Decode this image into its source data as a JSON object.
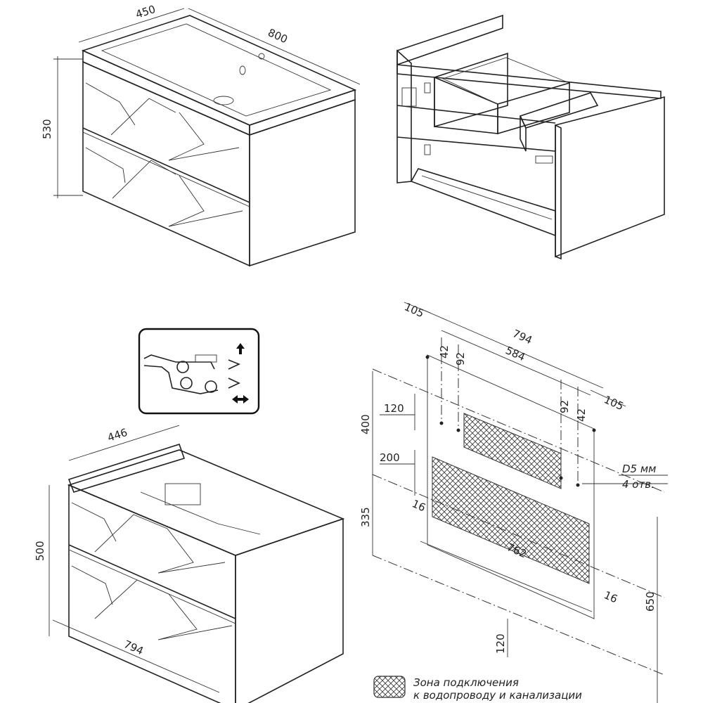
{
  "views": {
    "top_left": {
      "width": "800",
      "depth": "450",
      "height": "530"
    },
    "bottom_left": {
      "width": "794",
      "depth": "446",
      "height": "500"
    },
    "bottom_right": {
      "offset_left": "105",
      "offset_right": "105",
      "total_width": "794",
      "hole_spacing": "584",
      "left_v1": "42",
      "left_v2": "92",
      "right_v1": "92",
      "right_v2": "42",
      "height_400": "400",
      "height_335": "335",
      "height_650": "650",
      "zone_120": "120",
      "zone_200": "200",
      "side_16_a": "16",
      "side_16_b": "16",
      "zone_width": "762",
      "bottom_120": "120",
      "hole_spec_1": "D5 мм",
      "hole_spec_2": "4 отв."
    }
  },
  "legend": {
    "line1": "Зона подключения",
    "line2": "к водопроводу и канализации"
  }
}
